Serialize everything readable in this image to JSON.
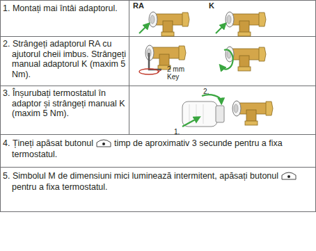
{
  "diagram": {
    "nodes": [
      {
        "text": [
          "1. Montați mai întâi adaptorul."
        ]
      },
      {
        "text": [
          "2. Strângeți adaptorul RA cu ajutorul cheii imbus. Strângeți manual adaptorul K (maxim 5 Nm)."
        ]
      },
      {
        "text": [
          "3. Înșurubați termostatul în adaptor și strângeți manual K (maxim 5 Nm)."
        ]
      },
      {
        "text": [
          "4. Țineți apăsat butonul",
          "timp de aproximativ 3 secunde pentru a fixa termostatul."
        ]
      },
      {
        "text": [
          "5. Simbolul M de dimensiuni mici luminează intermitent, apăsați butonul",
          "pentru a fixa termostatul."
        ]
      }
    ],
    "labels": [
      "RA",
      "K",
      "2 mm",
      "Key",
      "2.",
      "1."
    ]
  }
}
